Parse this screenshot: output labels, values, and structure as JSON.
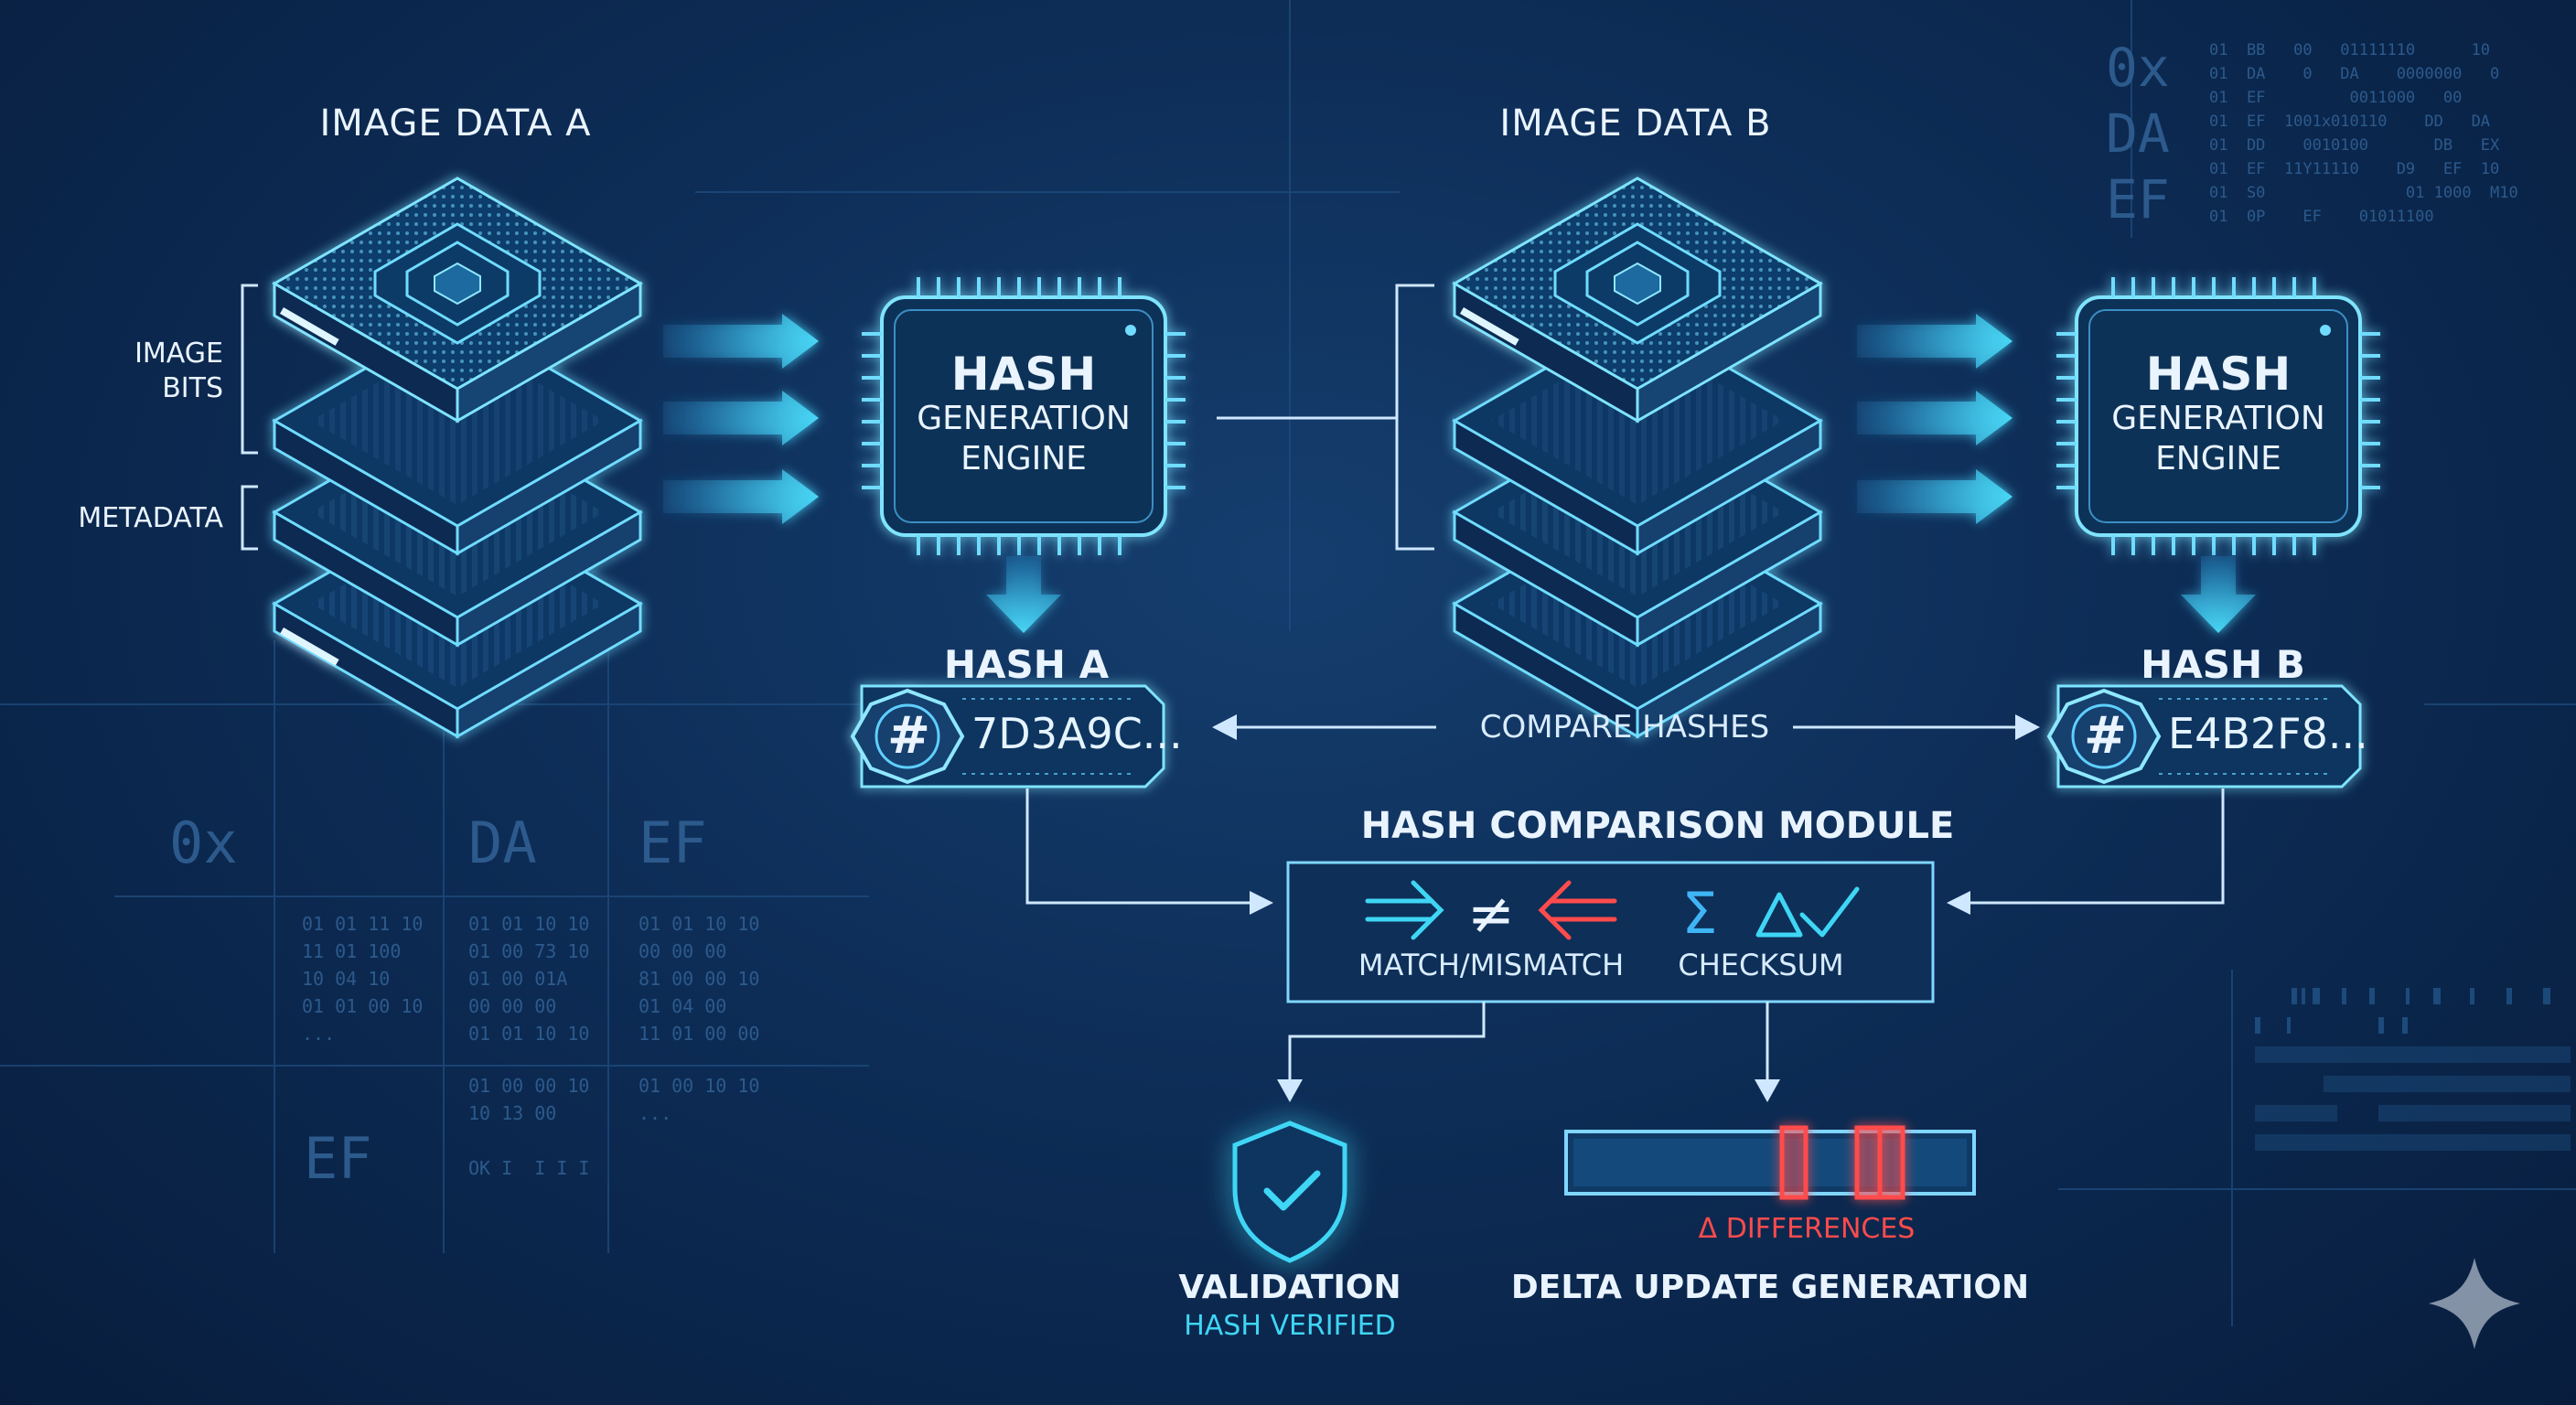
{
  "source_a": {
    "title": "IMAGE DATA A",
    "image_bits_label": "IMAGE\nBITS",
    "metadata_label": "METADATA"
  },
  "source_b": {
    "title": "IMAGE DATA B"
  },
  "engine_a": {
    "line1": "HASH",
    "line2": "GENERATION\nENGINE"
  },
  "engine_b": {
    "line1": "HASH",
    "line2": "GENERATION\nENGINE"
  },
  "hash_a": {
    "title": "HASH A",
    "symbol": "#",
    "value": "7D3A9C..."
  },
  "hash_b": {
    "title": "HASH B",
    "symbol": "#",
    "value": "E4B2F8..."
  },
  "compare_label": "COMPARE HASHES",
  "module": {
    "title": "HASH COMPARISON MODULE",
    "match_label": "MATCH/MISMATCH",
    "checksum_label": "CHECKSUM",
    "not_equal_symbol": "≠",
    "sum_symbol": "Σ",
    "delta_symbol": "Δ"
  },
  "validation": {
    "title": "VALIDATION",
    "subtitle": "HASH VERIFIED"
  },
  "delta": {
    "differences_label": "Δ DIFFERENCES",
    "title": "DELTA UPDATE GENERATION"
  },
  "background_text": {
    "hex_left": [
      "0x",
      "DA",
      "EF",
      "EF"
    ],
    "bits_left_col1": "01 01 11 10\n11 01 100\n10 04 10\n01 01 00 10\n...",
    "bits_left_col2": "01 01 10 10\n01 00 73 10\n01 00 01A\n00 00 00\n01 01 10 10",
    "bits_left_col3": "01 01 10 10\n00 00 00\n81 00 00 10\n01 04 00\n11 01 00 00",
    "bits_left_col2b": "01 00 00 10\n10 13 00\n\nOK I  I I I",
    "bits_left_col3b": "01 00 10 10\n...",
    "hex_right": "0x\nDA\nEF",
    "bits_right": "01  BB   00   01111110      10\n01  DA    0   DA    0000000   0\n01  EF         0011000   00\n01  EF  1001x010110    DD   DA\n01  DD    0010100       DB   EX\n01  EF  11Y11110    D9   EF  10\n01  S0               01 1000  M10\n01  0P    EF    01011100"
  },
  "colors": {
    "accent": "#3fd6f5",
    "line": "#9fdcff",
    "alert": "#ff4b4b",
    "background": "#0d2d57"
  }
}
